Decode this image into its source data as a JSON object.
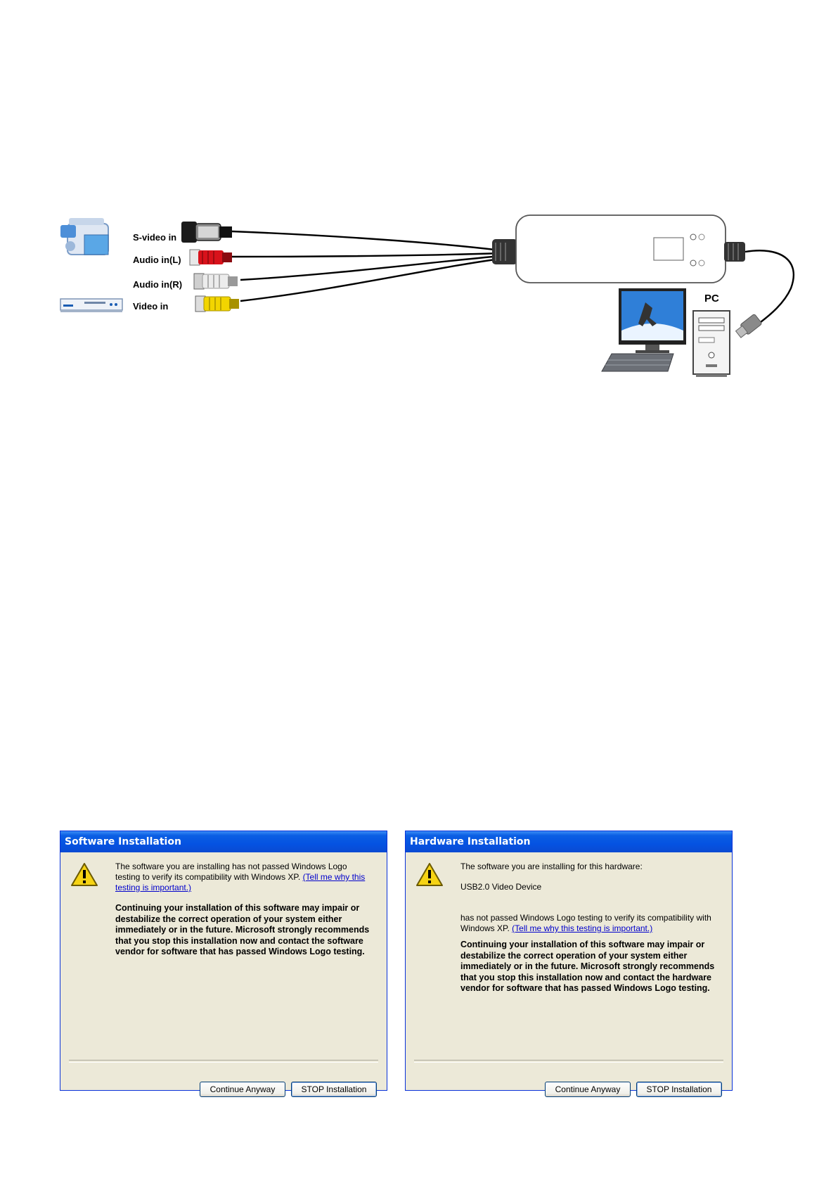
{
  "diagram": {
    "labels": {
      "svideo": "S-video in",
      "audio_l": "Audio in(L)",
      "audio_r": "Audio in(R)",
      "video": "Video in",
      "pc": "PC"
    },
    "icons": [
      "camcorder-icon",
      "dvd-player-icon",
      "capture-device-icon",
      "monitor-icon",
      "keyboard-icon",
      "pc-tower-icon",
      "usb-plug-icon"
    ],
    "connector_colors": {
      "svideo": "#333333",
      "audio_l": "#d8121b",
      "audio_r": "#e8e8e8",
      "video": "#f2d500"
    }
  },
  "dialogs": [
    {
      "title": "Software Installation",
      "intro": "The software you are installing has not passed Windows Logo testing to verify its compatibility with Windows XP.",
      "link": "(Tell me why this testing is important.)",
      "warning": "Continuing your installation of this software may impair or destabilize the correct operation of your system either immediately or in the future. Microsoft strongly recommends that you stop this installation now and contact the software vendor for software that has passed Windows Logo testing.",
      "continue_label": "Continue Anyway",
      "stop_label": "STOP Installation"
    },
    {
      "title": "Hardware Installation",
      "intro": "The software you are installing for this hardware:",
      "device": "USB2.0 Video Device",
      "intro2": "has not passed Windows Logo testing to verify its compatibility with Windows XP.",
      "link": "(Tell me why this testing is important.)",
      "warning": "Continuing your installation of this software may impair or destabilize the correct operation of your system either immediately or in the future. Microsoft strongly recommends that you stop this installation now and contact the hardware vendor for software that has passed Windows Logo testing.",
      "continue_label": "Continue Anyway",
      "stop_label": "STOP Installation"
    }
  ]
}
